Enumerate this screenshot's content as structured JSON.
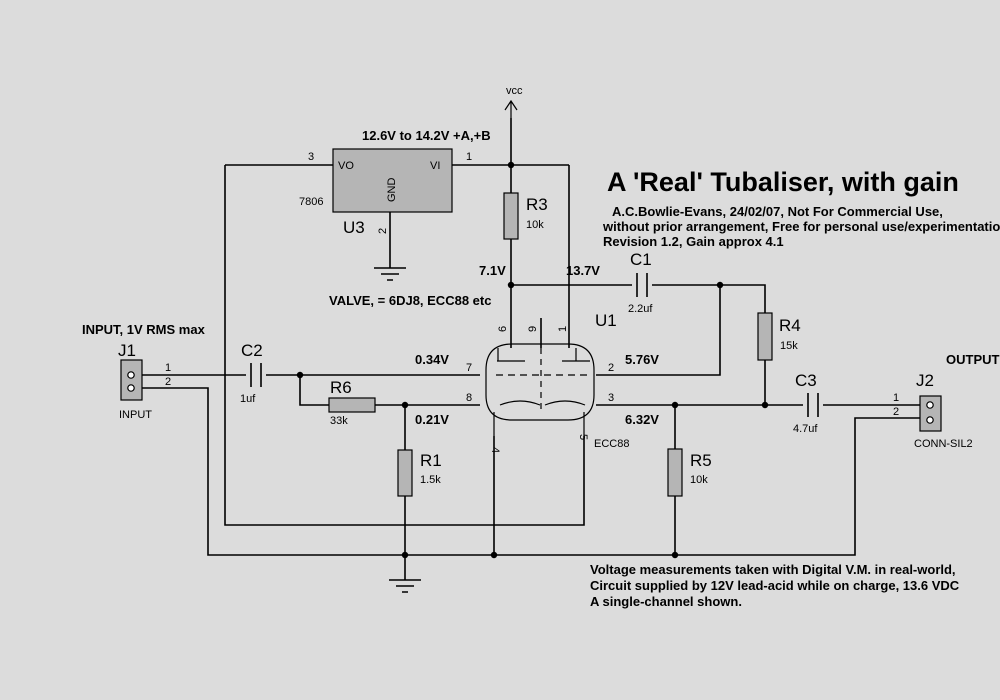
{
  "title": "A 'Real' Tubaliser, with gain",
  "credits": [
    "A.C.Bowlie-Evans, 24/02/07, Not For Commercial Use,",
    "without prior arrangement, Free for personal use/experimentation",
    "Revision 1.2, Gain approx 4.1"
  ],
  "notes": [
    "Voltage measurements taken with Digital V.M. in real-world,",
    "Circuit supplied by 12V lead-acid while on charge, 13.6 VDC",
    "A single-channel shown."
  ],
  "supply": {
    "vcc": "vcc",
    "range": "12.6V to 14.2V +A,+B"
  },
  "regulator": {
    "ref": "U3",
    "part": "7806",
    "vo": "VO",
    "vi": "VI",
    "gnd": "GND",
    "pin_vo": "3",
    "pin_vi": "1",
    "pin_gnd": "2"
  },
  "valve": {
    "label": "VALVE, = 6DJ8, ECC88 etc",
    "ref": "U1",
    "part": "ECC88",
    "pins": {
      "p6": "6",
      "p9": "9",
      "p1": "1",
      "p7": "7",
      "p2": "2",
      "p8": "8",
      "p3": "3",
      "p4": "4",
      "p5": "5"
    }
  },
  "voltages": {
    "v71": "7.1V",
    "v137": "13.7V",
    "v034": "0.34V",
    "v576": "5.76V",
    "v021": "0.21V",
    "v632": "6.32V"
  },
  "components": {
    "r3": {
      "ref": "R3",
      "value": "10k"
    },
    "r4": {
      "ref": "R4",
      "value": "15k"
    },
    "r6": {
      "ref": "R6",
      "value": "33k"
    },
    "r1": {
      "ref": "R1",
      "value": "1.5k"
    },
    "r5": {
      "ref": "R5",
      "value": "10k"
    },
    "c1": {
      "ref": "C1",
      "value": "2.2uf"
    },
    "c2": {
      "ref": "C2",
      "value": "1uf"
    },
    "c3": {
      "ref": "C3",
      "value": "4.7uf"
    }
  },
  "input": {
    "heading": "INPUT, 1V RMS max",
    "ref": "J1",
    "name": "INPUT",
    "pin1": "1",
    "pin2": "2"
  },
  "output": {
    "heading": "OUTPUT",
    "ref": "J2",
    "name": "CONN-SIL2",
    "pin1": "1",
    "pin2": "2"
  }
}
